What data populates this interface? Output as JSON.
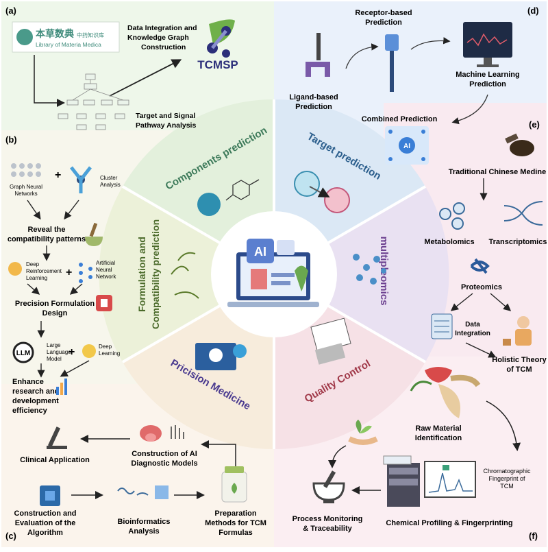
{
  "panels": {
    "a": "(a)",
    "b": "(b)",
    "c": "(c)",
    "d": "(d)",
    "e": "(e)",
    "f": "(f)"
  },
  "center": {
    "ai_label": "AI"
  },
  "wedges": {
    "components": "Components prediction",
    "target": "Target prediction",
    "multipleomics": "multipleomics",
    "quality": "Quality Control",
    "precision": "Pricision Medicine",
    "formulation_1": "Formulation and",
    "formulation_2": "Compatibility prediction"
  },
  "panel_a": {
    "logo_cn": "本草数典",
    "logo_cn_small": "中药知识库",
    "logo_en": "Library of Materia Medica",
    "data_integration": [
      "Data Integration and",
      "Knowledge Graph",
      "Construction"
    ],
    "tcmsp": "TCMSP",
    "target_signal": [
      "Target and Signal",
      "Pathway Analysis"
    ]
  },
  "panel_b": {
    "gnn": [
      "Graph Neural",
      "Networks"
    ],
    "cluster": [
      "Cluster",
      "Analysis"
    ],
    "plus": "+",
    "reveal": [
      "Reveal the",
      "compatibility patterns"
    ],
    "drl": [
      "Deep",
      "Reinforcement",
      "Learning"
    ],
    "ann": [
      "Artificial",
      "Neural",
      "Network"
    ],
    "precision_design": [
      "Precision Formulation",
      "Design"
    ],
    "llm": "LLM",
    "llm_label": [
      "Large",
      "Language",
      "Model"
    ],
    "deep_learning": [
      "Deep",
      "Learning"
    ],
    "enhance": [
      "Enhance",
      "research and",
      "development",
      "efficiency"
    ]
  },
  "panel_c": {
    "clinical": "Clinical Application",
    "construction_ai": [
      "Construction of AI",
      "Diagnostic Models"
    ],
    "algorithm": [
      "Construction and",
      "Evaluation of the",
      "Algorithm"
    ],
    "bioinformatics": [
      "Bioinformatics",
      "Analysis"
    ],
    "preparation": [
      "Preparation",
      "Methods for TCM",
      "Formulas"
    ]
  },
  "panel_d": {
    "receptor": [
      "Receptor-based",
      "Prediction"
    ],
    "ligand": [
      "Ligand-based",
      "Prediction"
    ],
    "ml": [
      "Machine Learning",
      "Prediction"
    ],
    "combined": "Combined Prediction",
    "ai_chip": "AI"
  },
  "panel_e": {
    "tcm": "Traditional Chinese Medine",
    "metabolomics": "Metabolomics",
    "transcriptomics": "Transcriptomics",
    "proteomics": "Proteomics",
    "data_integration": [
      "Data",
      "Integration"
    ],
    "holistic": [
      "Holistic Theory",
      "of TCM"
    ]
  },
  "panel_f": {
    "raw_material": [
      "Raw Material",
      "Identification"
    ],
    "chromatographic": [
      "Chromatographic",
      "Fingerprint of",
      "TCM"
    ],
    "process": [
      "Process Monitoring",
      "& Traceability"
    ],
    "chemical": "Chemical Profiling & Fingerprinting"
  },
  "colors": {
    "panel_a_bg": "#eef7ea",
    "panel_b_bg": "#f7f6ec",
    "panel_c_bg": "#fbf4ec",
    "panel_d_bg": "#eaf1fb",
    "panel_e_bg": "#f9eaf0",
    "panel_f_bg": "#fbeef2",
    "wedge_components": "#e3f0dc",
    "wedge_target": "#dbe8f5",
    "wedge_multi": "#e9e1f2",
    "wedge_quality": "#f6e1e6",
    "wedge_precision": "#f7ecdc",
    "wedge_formulation": "#ecf1d9"
  }
}
